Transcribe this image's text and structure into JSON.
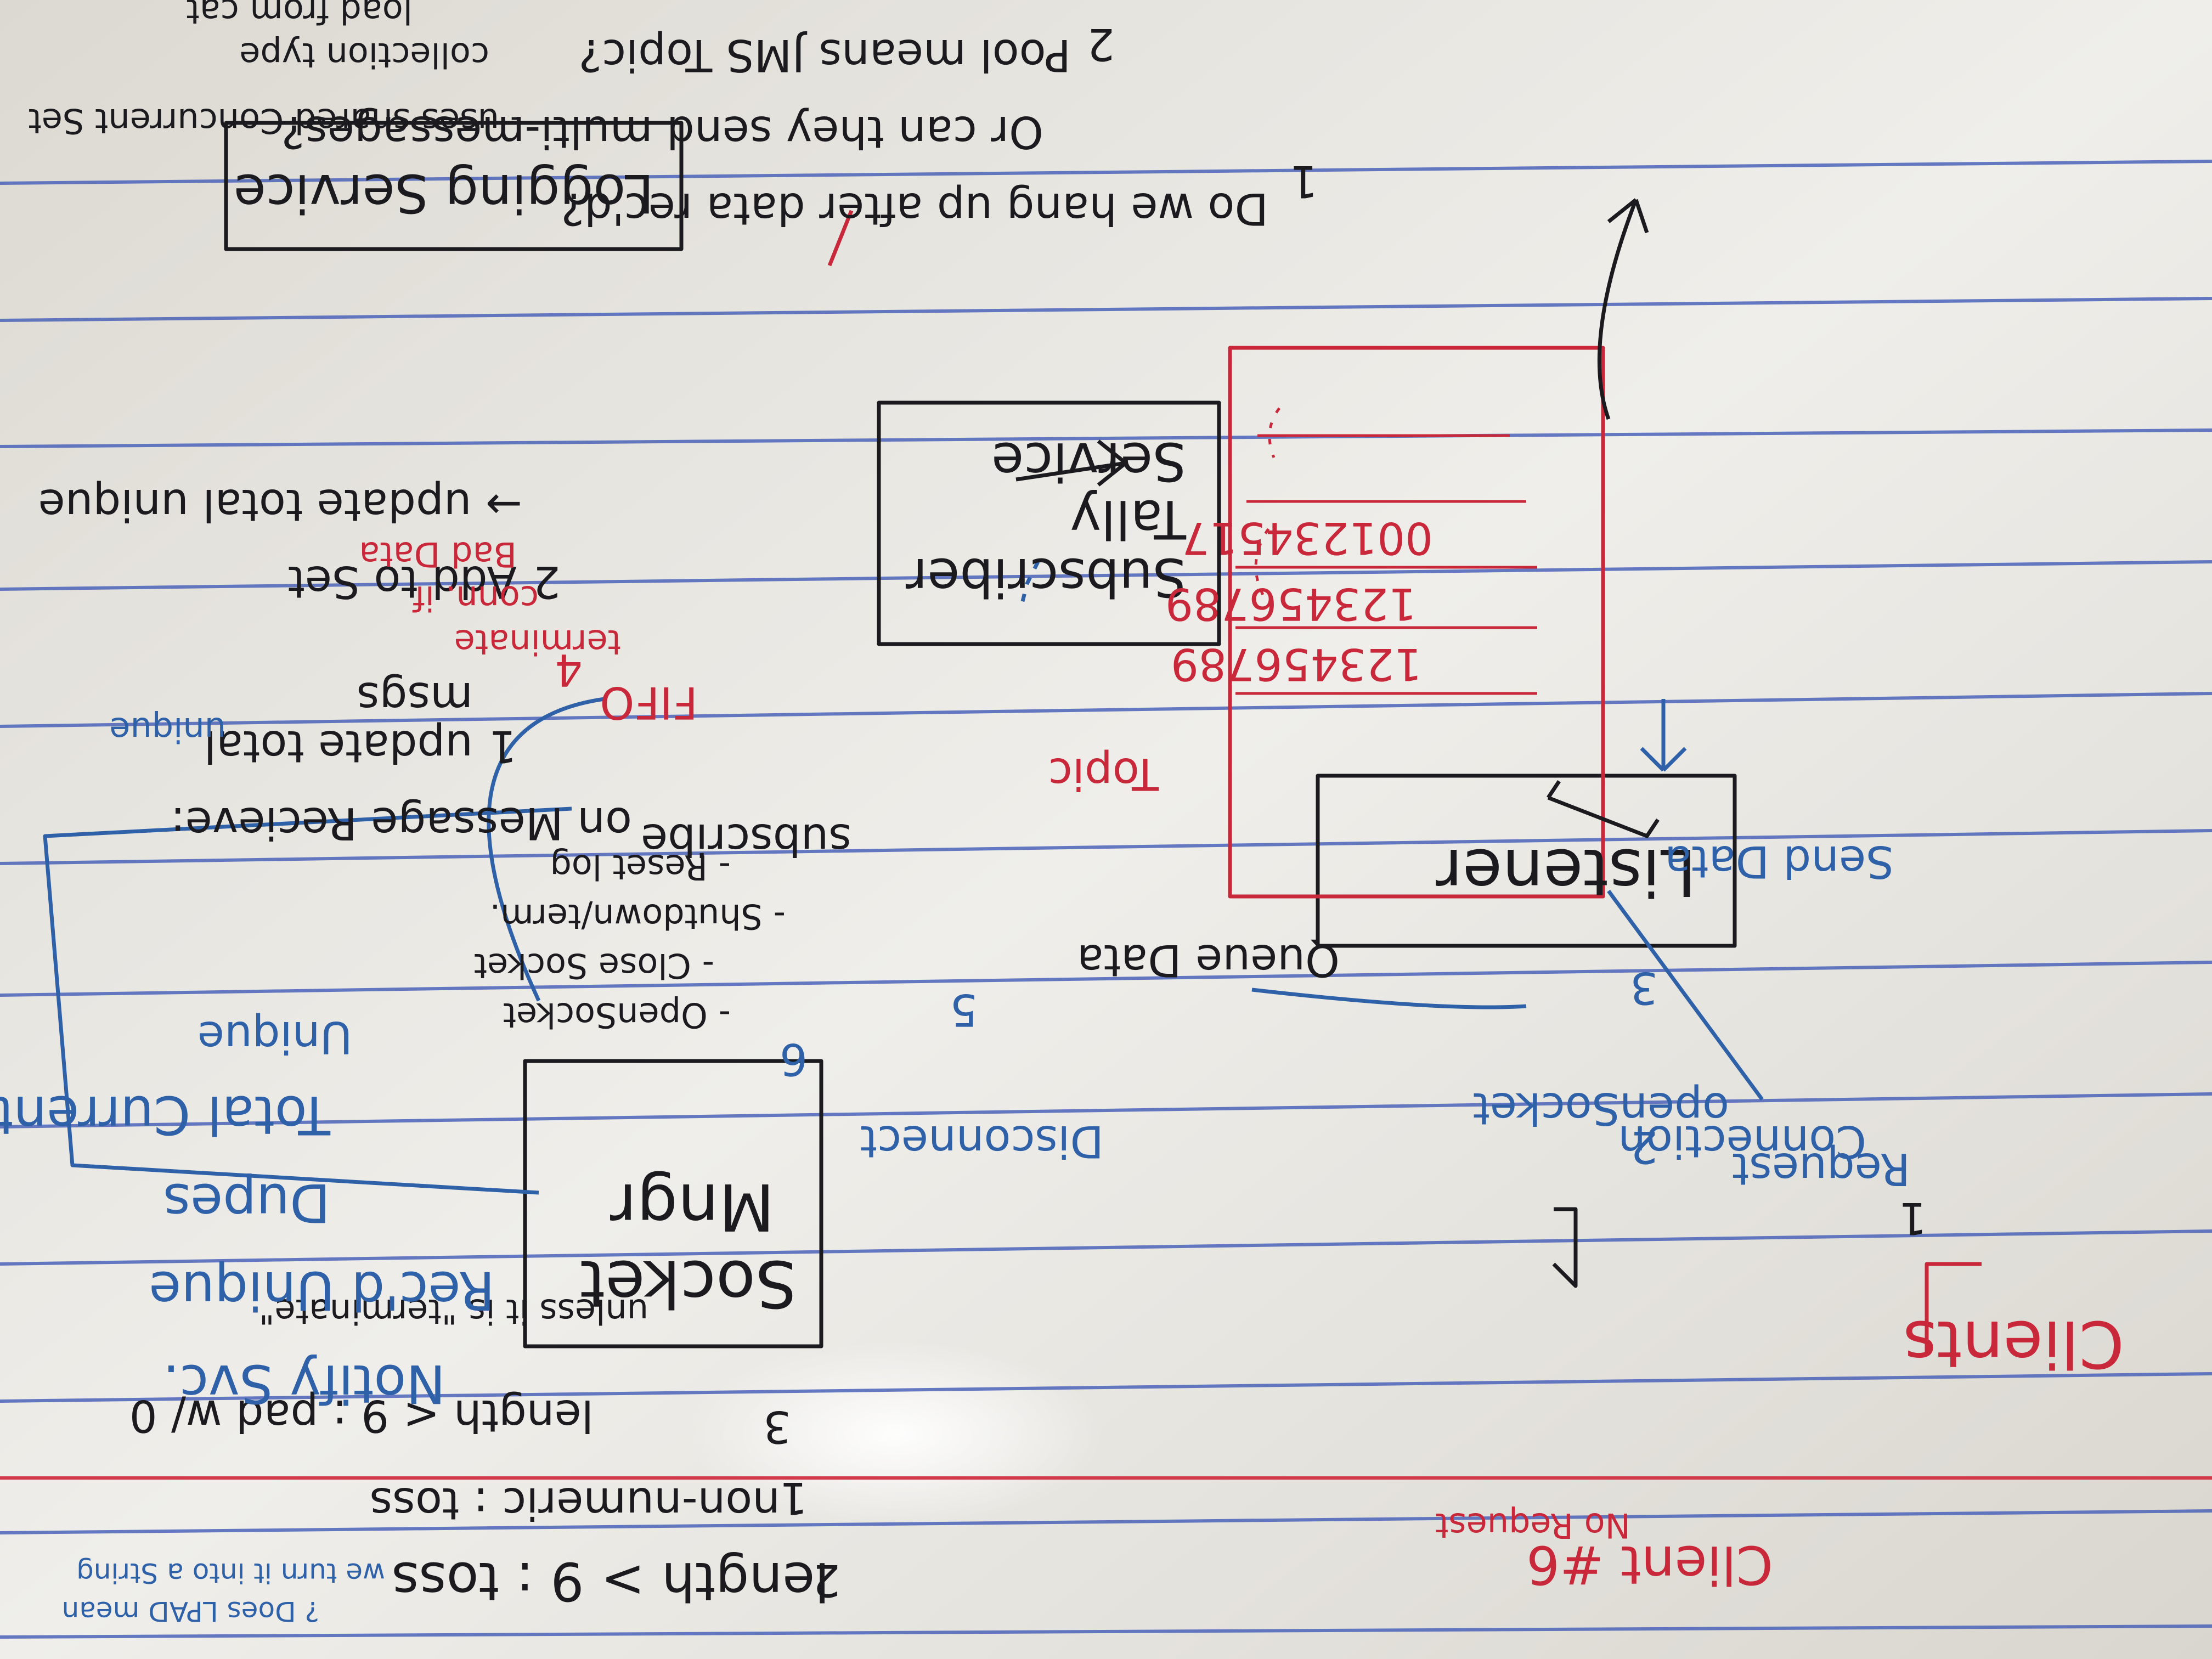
{
  "questions": {
    "q1_num": "1",
    "q1_line1": "Do we hang up after data rec'd?",
    "q1_line2": "Or can they send multi-messages?",
    "q2_num": "2",
    "q2_line1": "Pool means JMS Topic?",
    "q2_line2": "- uses shared Concurrent Set",
    "q2_line3": "collection type",
    "q2_line4": "load from cat"
  },
  "boxes": {
    "logging_service": "Logging Service",
    "subscriber_tally_service": "Subscriber Tally Service",
    "listener": "Listener",
    "socket_mngr_line1": "Socket",
    "socket_mngr_line2": "Mngr",
    "topic_label": "Topic",
    "topic_entries": [
      "123456789",
      "123456789",
      "001234517"
    ]
  },
  "on_message": {
    "heading": "on Message Recieve:",
    "step1_num": "1",
    "step1": "update total msgs",
    "step1_note": "unique",
    "step2_num": "2",
    "step2": "Add to Set",
    "step2_note": "→ update total unique"
  },
  "notify": {
    "label": "Notify Svc.",
    "line1": "Rec'd Unique",
    "line2": "Dupes",
    "line3": "Total Current",
    "line4": "Unique"
  },
  "socket_notes": {
    "line1": "- OpenSocket",
    "line2": "- Close Socket",
    "line3": "- Shutdown/term.",
    "line4": "- Reset log"
  },
  "validation": {
    "step1_num": "1",
    "step1": "non-numeric : toss",
    "step2_num": "2",
    "step2": "length > 9 : toss",
    "step3_num": "3",
    "step3": "length < 9 : pad w/ 0",
    "unless": "unless it is \"terminate\""
  },
  "flow": {
    "subscribe": "subscribe",
    "queue_data": "Queue Data",
    "queue_num": "5",
    "disconnect": "Disconnect",
    "disconnect_num": "6",
    "open_socket": "openSocket",
    "open_socket_num": "2",
    "request_connection_line1": "Request",
    "request_connection_line2": "Connection",
    "request_num": "1",
    "send_data": "Send Data",
    "send_data_num": "3",
    "fifo": "FIFO",
    "fifo_num": "4",
    "terminate_line1": "terminate",
    "terminate_line2": "conn. if",
    "terminate_line3": "Bad Data",
    "clients": "Clients",
    "client_n": "Client #6",
    "no_request": "No Request"
  },
  "footnote": {
    "line1": "? Does LPAD mean",
    "line2": "we turn it into a String"
  },
  "colors": {
    "board": "#eeeeea",
    "rule_lines": "#4a63b8",
    "margin_line": "#d23a4a",
    "ink_black": "#1b1b1f",
    "ink_red": "#c8283a",
    "ink_blue": "#2e61a8"
  },
  "icons": [
    "arrow-right-icon",
    "arrow-left-icon",
    "arrow-up-icon",
    "dashed-arrow-icon",
    "strike-arrow-icon"
  ]
}
